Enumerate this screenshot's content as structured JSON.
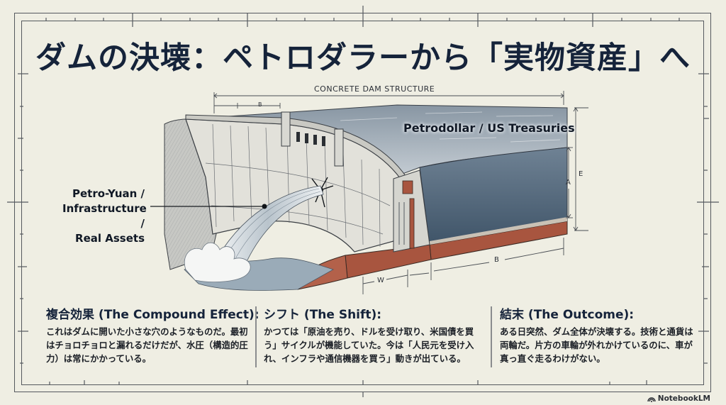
{
  "title": "ダムの決壊：ペトロダラーから「実物資産」へ",
  "diagram": {
    "header_label": "CONCRETE DAM STRUCTURE",
    "reservoir_label": "Petrodollar / US Treasuries",
    "outflow_label_lines": [
      "Petro-Yuan /",
      "Infrastructure /",
      "Real Assets"
    ],
    "dimension_labels": {
      "top_small": "B",
      "right_outer": "E",
      "right_inner": "A",
      "bottom_base": "B",
      "bottom_width": "W"
    },
    "colors": {
      "paper": "#efeee3",
      "ink": "#15233a",
      "reservoir_water": "#4e6478",
      "foundation_red": "#a8553f",
      "concrete": "#dcdcd6"
    }
  },
  "columns": [
    {
      "heading": "複合効果 (The Compound Effect):",
      "body": "これはダムに開いた小さな穴のようなものだ。最初はチョロチョロと漏れるだけだが、水圧（構造的圧力）は常にかかっている。"
    },
    {
      "heading": "シフト (The Shift):",
      "body": "かつては「原油を売り、ドルを受け取り、米国債を買う」サイクルが機能していた。今は「人民元を受け入れ、インフラや通信機器を買う」動きが出ている。"
    },
    {
      "heading": "結末 (The Outcome):",
      "body": "ある日突然、ダム全体が決壊する。技術と通貨は両輪だ。片方の車輪が外れかけているのに、車が真っ直ぐ走るわけがない。"
    }
  ],
  "brand": {
    "icon": "notebooklm-icon",
    "label": "NotebookLM"
  }
}
